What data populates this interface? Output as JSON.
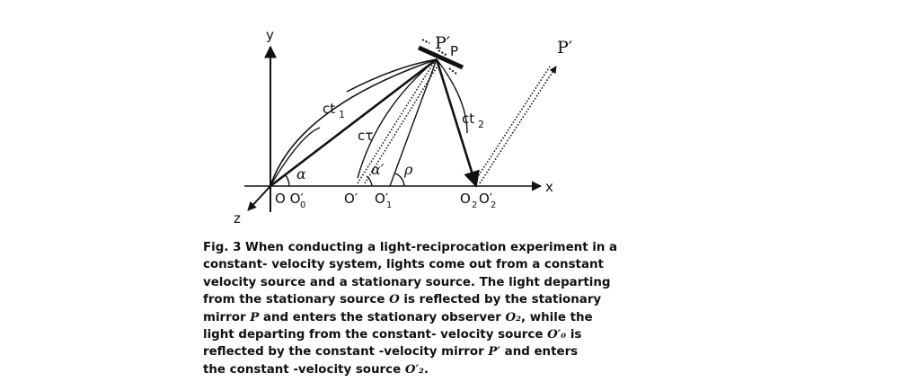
{
  "figure": {
    "labels": {
      "y_axis": "y",
      "x_axis": "x",
      "z_axis": "z",
      "p_prime_p": "P′",
      "p_sub": "P",
      "p_prime_far": "P′",
      "ct1": "ct",
      "ct1_sub": "1",
      "ct2": "ct",
      "ct2_sub": "2",
      "c_tau": "cτ",
      "alpha": "α",
      "alpha_prime": "α′",
      "rho": "ρ",
      "o_oo": "O O′",
      "o_oo_sub": "0",
      "o_prime": "O′",
      "o_prime_1": "O′",
      "o_prime_1_sub": "1",
      "o2": "O",
      "o2_sub": "2",
      "o2_prime": "O′",
      "o2_prime_sub": "2"
    }
  },
  "caption": {
    "line1": "Fig. 3 When conducting a light-reciprocation experiment in a",
    "line2": "constant- velocity system, lights come out from a constant",
    "line3": "velocity source and a stationary source. The light departing",
    "line4a": "from the stationary source ",
    "line4b": "O",
    "line4c": " is reflected by the stationary",
    "line5a": "mirror ",
    "line5b": "P",
    "line5c": " and enters the stationary observer ",
    "line5d": "O₂",
    "line5e": ", while the",
    "line6a": "light departing from the  constant- velocity source ",
    "line6b": "O′₀",
    "line6c": " is",
    "line7a": "reflected by the constant -velocity mirror ",
    "line7b": "P′",
    "line7c": "  and enters",
    "line8a": "the constant -velocity source ",
    "line8b": "O′₂",
    "line8c": "."
  }
}
